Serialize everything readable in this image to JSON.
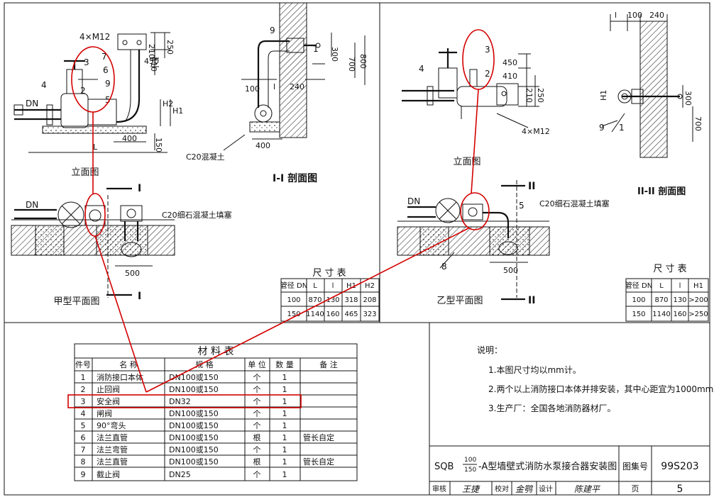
{
  "views": {
    "elevation_a": "立面图",
    "plan_a": "甲型平面图",
    "section_1": "I-I 剖面图",
    "elevation_b": "立面图",
    "plan_b": "乙型平面图",
    "section_2": "II-II 剖面图",
    "section_mark_1": "I",
    "section_mark_2": "II"
  },
  "labels": {
    "dn": "DN",
    "bolts": "4×M12",
    "c20_concrete": "C20混凝土",
    "c20_fill": "C20细石混凝土填塞",
    "dim_400": "400",
    "dim_500": "500",
    "dim_100": "100",
    "dim_240": "240",
    "dim_250": "250",
    "dim_210": "210",
    "dim_410": "410",
    "dim_450": "450",
    "dim_150": "150",
    "dim_300": "300",
    "dim_700": "700",
    "dim_800": "800",
    "h1": "H1",
    "h2": "H2",
    "l_big": "L",
    "l_small": "l"
  },
  "part_numbers_a": [
    "1",
    "2",
    "3",
    "4",
    "5",
    "6",
    "7",
    "9"
  ],
  "part_numbers_b": [
    "1",
    "2",
    "3",
    "4",
    "5",
    "8",
    "9"
  ],
  "dimension_table_a": {
    "title": "尺 寸 表",
    "headers": [
      "管径 DN",
      "L",
      "l",
      "H1",
      "H2"
    ],
    "rows": [
      [
        "100",
        "870",
        "130",
        "318",
        "208"
      ],
      [
        "150",
        "1140",
        "160",
        "465",
        "323"
      ]
    ]
  },
  "dimension_table_b": {
    "title": "尺 寸 表",
    "headers": [
      "管径 DN",
      "L",
      "l",
      "H1"
    ],
    "rows": [
      [
        "100",
        "870",
        "130",
        ">200"
      ],
      [
        "150",
        "1140",
        "160",
        ">250"
      ]
    ]
  },
  "materials": {
    "title": "材 料 表",
    "headers": [
      "件号",
      "名 称",
      "规 格",
      "单 位",
      "数 量",
      "备 注"
    ],
    "rows": [
      [
        "1",
        "消防接口本体",
        "DN100或150",
        "个",
        "1",
        ""
      ],
      [
        "2",
        "止回阀",
        "DN100或150",
        "个",
        "1",
        ""
      ],
      [
        "3",
        "安全阀",
        "DN32",
        "个",
        "1",
        ""
      ],
      [
        "4",
        "闸阀",
        "DN100或150",
        "个",
        "1",
        ""
      ],
      [
        "5",
        "90°弯头",
        "DN100或150",
        "个",
        "1",
        ""
      ],
      [
        "6",
        "法兰直管",
        "DN100或150",
        "根",
        "1",
        "管长自定"
      ],
      [
        "7",
        "法兰弯管",
        "DN100或150",
        "个",
        "1",
        ""
      ],
      [
        "8",
        "法兰直管",
        "DN100或150",
        "根",
        "1",
        "管长自定"
      ],
      [
        "9",
        "截止阀",
        "DN25",
        "个",
        "1",
        ""
      ]
    ]
  },
  "notes": {
    "heading": "说明：",
    "items": [
      "1.本图尺寸均以mm计。",
      "2.两个以上消防接口本体并排安装，其中心距宜为1000mm。",
      "3.生产厂：全国各地消防器材厂。"
    ]
  },
  "title_block": {
    "title_prefix": "SQB",
    "frac_top": "100",
    "frac_bottom": "150",
    "title_suffix": "-A型墙壁式消防水泵接合器安装图",
    "atlas_label": "图集号",
    "atlas_no": "99S203",
    "review_label": "审核",
    "review_sign": "王捷",
    "check_label": "校对",
    "check_sign": "金鹗",
    "design_label": "设计",
    "design_sign": "陈建平",
    "page_label": "页",
    "page_no": "5"
  },
  "colors": {
    "highlight": "#d40000",
    "ink": "#111111"
  }
}
